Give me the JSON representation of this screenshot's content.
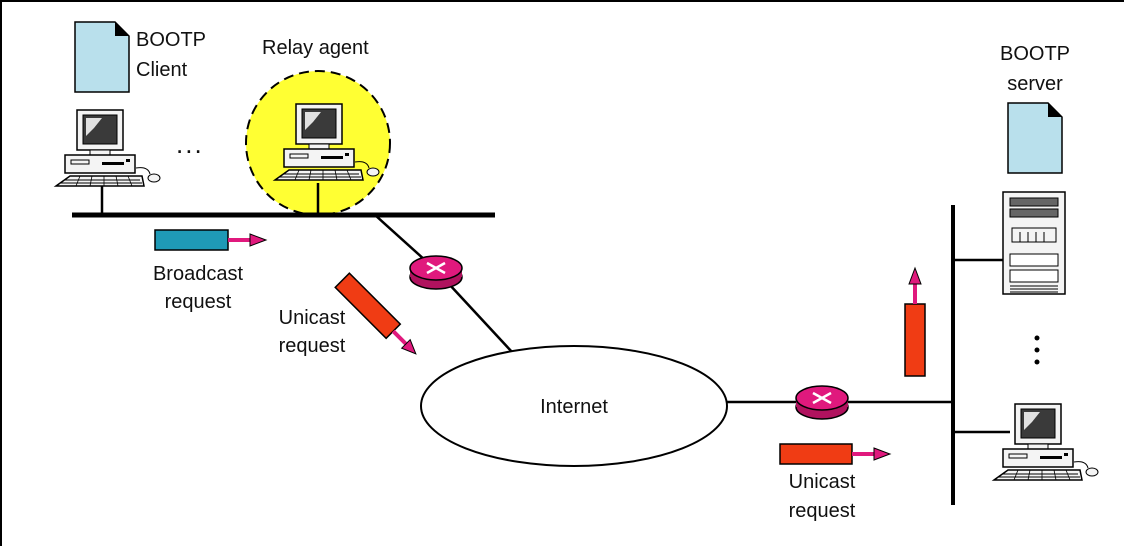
{
  "client": {
    "label_line1": "BOOTP",
    "label_line2": "Client",
    "ellipsis": "..."
  },
  "relay": {
    "label": "Relay agent"
  },
  "server": {
    "label_line1": "BOOTP",
    "label_line2": "server"
  },
  "broadcast": {
    "line1": "Broadcast",
    "line2": "request"
  },
  "unicast_relay": {
    "line1": "Unicast",
    "line2": "request"
  },
  "unicast_server": {
    "line1": "Unicast",
    "line2": "request"
  },
  "internet": {
    "label": "Internet"
  },
  "colors": {
    "document": "#b9e0ec",
    "relay_highlight": "#ffff33",
    "router": "#e0197d",
    "broadcast_packet": "#1f9ab6",
    "unicast_packet": "#f03c14",
    "arrow": "#e0197d"
  }
}
